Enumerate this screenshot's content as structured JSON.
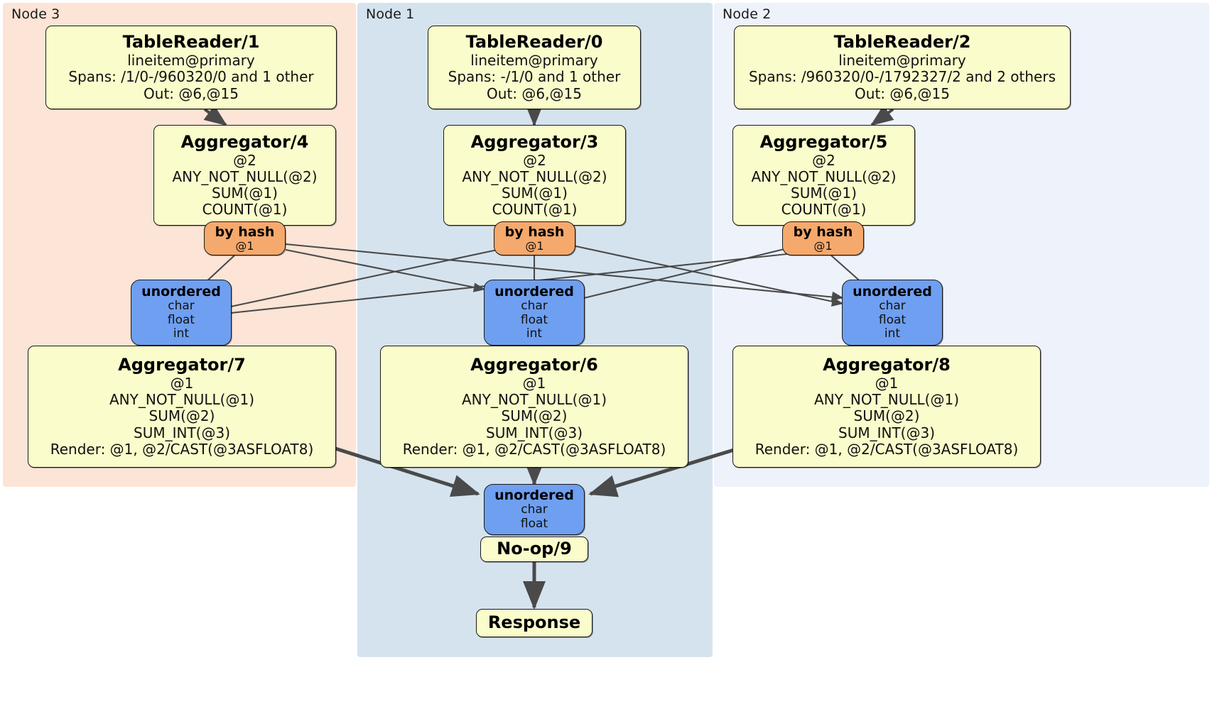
{
  "diagram": {
    "type": "distributed-query-execution-plan",
    "nodes": [
      {
        "id": "node3",
        "label": "Node 3",
        "color": "#fce4d6"
      },
      {
        "id": "node1",
        "label": "Node 1",
        "color": "#d5e3ee"
      },
      {
        "id": "node2",
        "label": "Node 2",
        "color": "#eef2fb"
      }
    ],
    "processors": [
      {
        "id": "tablereader-1",
        "node": "node3",
        "kind": "processor",
        "title": "TableReader/1",
        "lines": [
          "lineitem@primary",
          "Spans: /1/0-/960320/0 and 1 other",
          "Out: @6,@15"
        ]
      },
      {
        "id": "tablereader-0",
        "node": "node1",
        "kind": "processor",
        "title": "TableReader/0",
        "lines": [
          "lineitem@primary",
          "Spans: -/1/0 and 1 other",
          "Out: @6,@15"
        ]
      },
      {
        "id": "tablereader-2",
        "node": "node2",
        "kind": "processor",
        "title": "TableReader/2",
        "lines": [
          "lineitem@primary",
          "Spans: /960320/0-/1792327/2 and 2 others",
          "Out: @6,@15"
        ]
      },
      {
        "id": "aggregator-4",
        "node": "node3",
        "kind": "processor",
        "title": "Aggregator/4",
        "lines": [
          "@2",
          "ANY_NOT_NULL(@2)",
          "SUM(@1)",
          "COUNT(@1)"
        ]
      },
      {
        "id": "aggregator-3",
        "node": "node1",
        "kind": "processor",
        "title": "Aggregator/3",
        "lines": [
          "@2",
          "ANY_NOT_NULL(@2)",
          "SUM(@1)",
          "COUNT(@1)"
        ]
      },
      {
        "id": "aggregator-5",
        "node": "node2",
        "kind": "processor",
        "title": "Aggregator/5",
        "lines": [
          "@2",
          "ANY_NOT_NULL(@2)",
          "SUM(@1)",
          "COUNT(@1)"
        ]
      },
      {
        "id": "router-4",
        "node": "node3",
        "kind": "router",
        "title": "by hash",
        "lines": [
          "@1"
        ]
      },
      {
        "id": "router-3",
        "node": "node1",
        "kind": "router",
        "title": "by hash",
        "lines": [
          "@1"
        ]
      },
      {
        "id": "router-5",
        "node": "node2",
        "kind": "router",
        "title": "by hash",
        "lines": [
          "@1"
        ]
      },
      {
        "id": "sync-7",
        "node": "node3",
        "kind": "synchronizer",
        "title": "unordered",
        "lines": [
          "char",
          "float",
          "int"
        ]
      },
      {
        "id": "sync-6",
        "node": "node1",
        "kind": "synchronizer",
        "title": "unordered",
        "lines": [
          "char",
          "float",
          "int"
        ]
      },
      {
        "id": "sync-8",
        "node": "node2",
        "kind": "synchronizer",
        "title": "unordered",
        "lines": [
          "char",
          "float",
          "int"
        ]
      },
      {
        "id": "aggregator-7",
        "node": "node3",
        "kind": "processor",
        "title": "Aggregator/7",
        "lines": [
          "@1",
          "ANY_NOT_NULL(@1)",
          "SUM(@2)",
          "SUM_INT(@3)",
          "Render: @1, @2/CAST(@3ASFLOAT8)"
        ]
      },
      {
        "id": "aggregator-6",
        "node": "node1",
        "kind": "processor",
        "title": "Aggregator/6",
        "lines": [
          "@1",
          "ANY_NOT_NULL(@1)",
          "SUM(@2)",
          "SUM_INT(@3)",
          "Render: @1, @2/CAST(@3ASFLOAT8)"
        ]
      },
      {
        "id": "aggregator-8",
        "node": "node2",
        "kind": "processor",
        "title": "Aggregator/8",
        "lines": [
          "@1",
          "ANY_NOT_NULL(@1)",
          "SUM(@2)",
          "SUM_INT(@3)",
          "Render: @1, @2/CAST(@3ASFLOAT8)"
        ]
      },
      {
        "id": "sync-final",
        "node": "node1",
        "kind": "synchronizer",
        "title": "unordered",
        "lines": [
          "char",
          "float"
        ]
      },
      {
        "id": "noop-9",
        "node": "node1",
        "kind": "processor",
        "title": "No-op/9",
        "lines": []
      },
      {
        "id": "response",
        "node": "node1",
        "kind": "processor",
        "title": "Response",
        "lines": []
      }
    ],
    "edges": [
      {
        "from": "tablereader-1",
        "to": "aggregator-4"
      },
      {
        "from": "tablereader-0",
        "to": "aggregator-3"
      },
      {
        "from": "tablereader-2",
        "to": "aggregator-5"
      },
      {
        "from": "router-4",
        "to": "sync-7"
      },
      {
        "from": "router-4",
        "to": "sync-6"
      },
      {
        "from": "router-4",
        "to": "sync-8"
      },
      {
        "from": "router-3",
        "to": "sync-7"
      },
      {
        "from": "router-3",
        "to": "sync-6"
      },
      {
        "from": "router-3",
        "to": "sync-8"
      },
      {
        "from": "router-5",
        "to": "sync-7"
      },
      {
        "from": "router-5",
        "to": "sync-6"
      },
      {
        "from": "router-5",
        "to": "sync-8"
      },
      {
        "from": "aggregator-7",
        "to": "sync-final"
      },
      {
        "from": "aggregator-6",
        "to": "sync-final"
      },
      {
        "from": "aggregator-8",
        "to": "sync-final"
      },
      {
        "from": "noop-9",
        "to": "response"
      }
    ],
    "colors": {
      "processor_fill": "#fbfccb",
      "router_fill": "#f6a96c",
      "synchronizer_fill": "#6f9ff0",
      "stroke": "#1a1a1a",
      "edge": "#4a4a4a"
    }
  }
}
